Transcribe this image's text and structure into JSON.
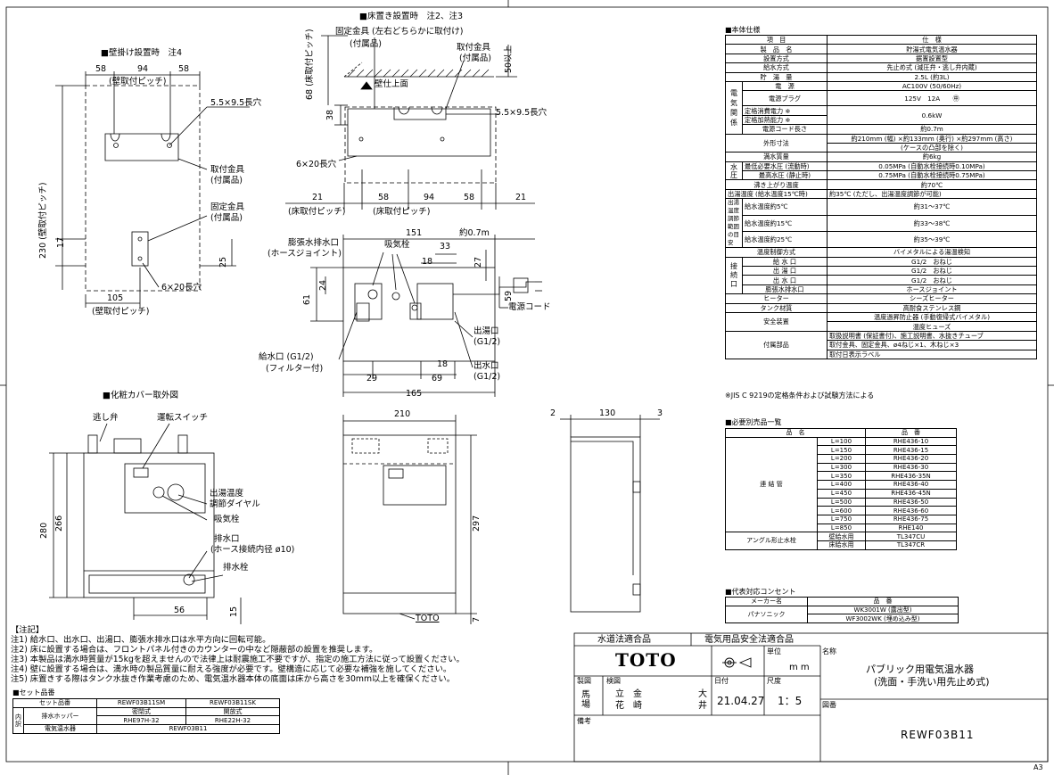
{
  "views": {
    "wall_title": "■壁掛け設置時　注4",
    "floor_title": "■床置き設置時　注2、注3",
    "cover_title": "■化粧カバー取外図"
  },
  "wall_view": {
    "dim_58a": "58",
    "dim_94": "94",
    "dim_58b": "58",
    "pitch_top": "(壁取付ピッチ)",
    "slot": "5.5×9.5長穴",
    "bracket_a1": "取付金具",
    "bracket_a2": "(付属品)",
    "fixed1": "固定金具",
    "fixed2": "(付属品)",
    "dim_230": "230 (壁取付ピッチ)",
    "dim_17": "17",
    "dim_25": "25",
    "dim_105": "105",
    "pitch_bottom": "(壁取付ピッチ)",
    "hole": "6×20長穴"
  },
  "floor_view": {
    "fixed_note": "固定金具 (左右どちらかに取付け)",
    "fixed_sub": "(付属品)",
    "bracket1": "取付金具",
    "bracket2": "(付属品)",
    "dim_68": "68 (床取付ピッチ)",
    "dim_50": "50以上",
    "wall_top": "壁仕上面",
    "dim_38": "38",
    "slot": "5.5×9.5長穴",
    "hole": "6×20長穴",
    "dims_bottom": [
      "21",
      "58",
      "94",
      "58",
      "21"
    ],
    "pitch_a": "(床取付ピッチ)",
    "pitch_b": "(床取付ピッチ)"
  },
  "plan_view": {
    "dim_151": "151",
    "dim_cord": "約0.7m",
    "expansion1": "膨張水排水口",
    "expansion2": "(ホースジョイント)",
    "intake": "吸気栓",
    "dim_33": "33",
    "dim_18a": "18",
    "dim_27": "27",
    "dim_61": "61",
    "dim_24": "24",
    "dim_59": "59",
    "power_cord": "電源コード",
    "supply1": "給水口 (G1/2)",
    "supply2": "(フィルター付)",
    "hot1": "出湯口",
    "hot2": "(G1/2)",
    "out1": "出水口",
    "out2": "(G1/2)",
    "dim_29": "29",
    "dim_18b": "18",
    "dim_69": "69",
    "dim_165": "165"
  },
  "cover_view": {
    "relief": "逃し弁",
    "switch": "運転スイッチ",
    "dial1": "出湯温度",
    "dial2": "調節ダイヤル",
    "intake": "吸気栓",
    "drain1": "排水口",
    "drain2": "(ホース接続内径 ø10)",
    "drain_plug": "排水栓",
    "dim_280": "280",
    "dim_266": "266",
    "dim_56": "56",
    "dim_15": "15"
  },
  "front_view": {
    "dim_210": "210",
    "dim_297": "297",
    "dim_7": "7",
    "logo": "TOTO"
  },
  "side_view": {
    "dim_2": "2",
    "dim_130": "130",
    "dim_3": "3"
  },
  "spec": {
    "title": "■本体仕様",
    "header": [
      "項　目",
      "仕　様"
    ],
    "rows": [
      [
        "製　品　名",
        "貯湯式電気温水器"
      ],
      [
        "設置方式",
        "据置設置型"
      ],
      [
        "給水方式",
        "先止め式 (減圧弁・逃し弁内蔵)"
      ],
      [
        "貯　湯　量",
        "2.5L (約3L)"
      ]
    ],
    "elec_group": "電気関係",
    "elec_rows": [
      [
        "電　源",
        "AC100V (50/60Hz)"
      ],
      [
        "電源プラグ",
        "125V　12A　　㊥"
      ],
      [
        "定格消費電力 ※",
        "0.6kW"
      ],
      [
        "定格加熱能力 ※",
        ""
      ],
      [
        "電源コード長さ",
        "約0.7m"
      ]
    ],
    "outer_size_label": "外形寸法",
    "outer_size_1": "約210mm (幅) ×約133mm (奥行) ×約297mm (高さ)",
    "outer_size_2": "(ケースの凸部を除く)",
    "full_weight": [
      "満水質量",
      "約6kg"
    ],
    "water_group": "水圧",
    "pressure_rows": [
      [
        "最低必要水圧 (流動時)",
        "0.05MPa (自動水栓接続時0.10MPa)"
      ],
      [
        "最高水圧 (静止時)",
        "0.75MPa (自動水栓接続時0.75MPa)"
      ]
    ],
    "boil_temp": [
      "沸き上がり温度",
      "約70℃"
    ],
    "outlet_temp": [
      "出湯温度 (給水温度15℃時)",
      "約35℃ (ただし、出湯温度調節が可能)"
    ],
    "range_group": "出湯温度調節範囲の目安",
    "range_rows": [
      [
        "給水温度約5℃",
        "約31～37℃"
      ],
      [
        "給水温度約15℃",
        "約33～38℃"
      ],
      [
        "給水温度約25℃",
        "約35～39℃"
      ]
    ],
    "control": [
      "温度制御方式",
      "バイメタルによる湯温検知"
    ],
    "conn_group": "接続口",
    "conn_rows": [
      [
        "給 水 口",
        "G1/2　おねじ"
      ],
      [
        "出 湯 口",
        "G1/2　おねじ"
      ],
      [
        "出 水 口",
        "G1/2　おねじ"
      ],
      [
        "膨張水排水口",
        "ホースジョイント"
      ]
    ],
    "heater": [
      "ヒーター",
      "シーズヒーター"
    ],
    "tank": [
      "タンク材質",
      "高耐食ステンレス鋼"
    ],
    "safety_label": "安全装置",
    "safety_1": "温度過昇防止器 (手動復帰式バイメタル)",
    "safety_2": "温度ヒューズ",
    "acc_label": "付属部品",
    "acc_1": "取扱説明書 (保証書付)、施工説明書、水抜きチューブ",
    "acc_2": "取付金具、固定金具、ø4ねじ×1、木ねじ×3",
    "acc_3": "取付日表示ラベル",
    "footnote": "※JIS C 9219の定格条件および試験方法による"
  },
  "parts": {
    "title": "■必要別売品一覧",
    "header": [
      "品　名",
      "品　番"
    ],
    "group": "連 結 管",
    "rows": [
      [
        "L=100",
        "RHE436-10"
      ],
      [
        "L=150",
        "RHE436-15"
      ],
      [
        "L=200",
        "RHE436-20"
      ],
      [
        "L=300",
        "RHE436-30"
      ],
      [
        "L=350",
        "RHE436-35N"
      ],
      [
        "L=400",
        "RHE436-40"
      ],
      [
        "L=450",
        "RHE436-45N"
      ],
      [
        "L=500",
        "RHE436-50"
      ],
      [
        "L=600",
        "RHE436-60"
      ],
      [
        "L=750",
        "RHE436-75"
      ],
      [
        "L=850",
        "RHE140"
      ]
    ],
    "angle_label": "アングル形止水栓",
    "angle_rows": [
      [
        "壁給水用",
        "TL347CU"
      ],
      [
        "床給水用",
        "TL347CR"
      ]
    ]
  },
  "outlet": {
    "title": "■代表対応コンセント",
    "header": [
      "メーカー名",
      "品　番"
    ],
    "maker": "パナソニック",
    "rows": [
      "WK3001W (露出型)",
      "WF3002WK (埋め込み型)"
    ]
  },
  "notes": {
    "title": "【注記】",
    "lines": [
      "注1) 給水口、出水口、出湯口、膨張水排水口は水平方向に回転可能。",
      "注2) 床に設置する場合は、フロントパネル付きのカウンターの中など隠蔽部の設置を推奨します。",
      "注3) 本製品は満水時質量が15kgを超えませんので法律上は耐震施工不要ですが、指定の施工方法に従って設置ください。",
      "注4) 壁に設置する場合は、満水時の製品質量に耐える強度が必要です。壁構造に応じて必要な補強を施してください。",
      "注5) 床置きする際はタンク水抜き作業考慮のため、電気温水器本体の底面は床から高さを30mm以上を確保ください。"
    ]
  },
  "set": {
    "title": "■セット品番",
    "header": [
      "セット品番",
      "REWF03B11SM",
      "REWF03B11SK"
    ],
    "group": "内訳",
    "row1_label": "排水ホッパー",
    "row1_a": [
      "密閉式",
      "RHE97H-32"
    ],
    "row1_b": [
      "開放式",
      "RHE22H-32"
    ],
    "row2_label": "電気温水器",
    "row2_value": "REWF03B11"
  },
  "titleblock": {
    "cert1": "水道法適合品",
    "cert2": "電気用品安全法適合品",
    "logo": "TOTO",
    "unit_label": "単位",
    "unit": "m m",
    "name_label": "名称",
    "name_1": "パブリック用電気温水器",
    "name_2": "(洗面・手洗い用先止め式)",
    "made_label": "製図",
    "made": "馬　場",
    "check_label": "検図",
    "check_1": "立　金",
    "check_2": "花　崎",
    "check_3": "大",
    "check_4": "井",
    "date_label": "日付",
    "date": "21.04.27",
    "scale_label": "尺度",
    "scale": "1：5",
    "remarks_label": "備考",
    "drawing_label": "図番",
    "drawing_no": "REWF03B11",
    "sheet": "A3"
  }
}
